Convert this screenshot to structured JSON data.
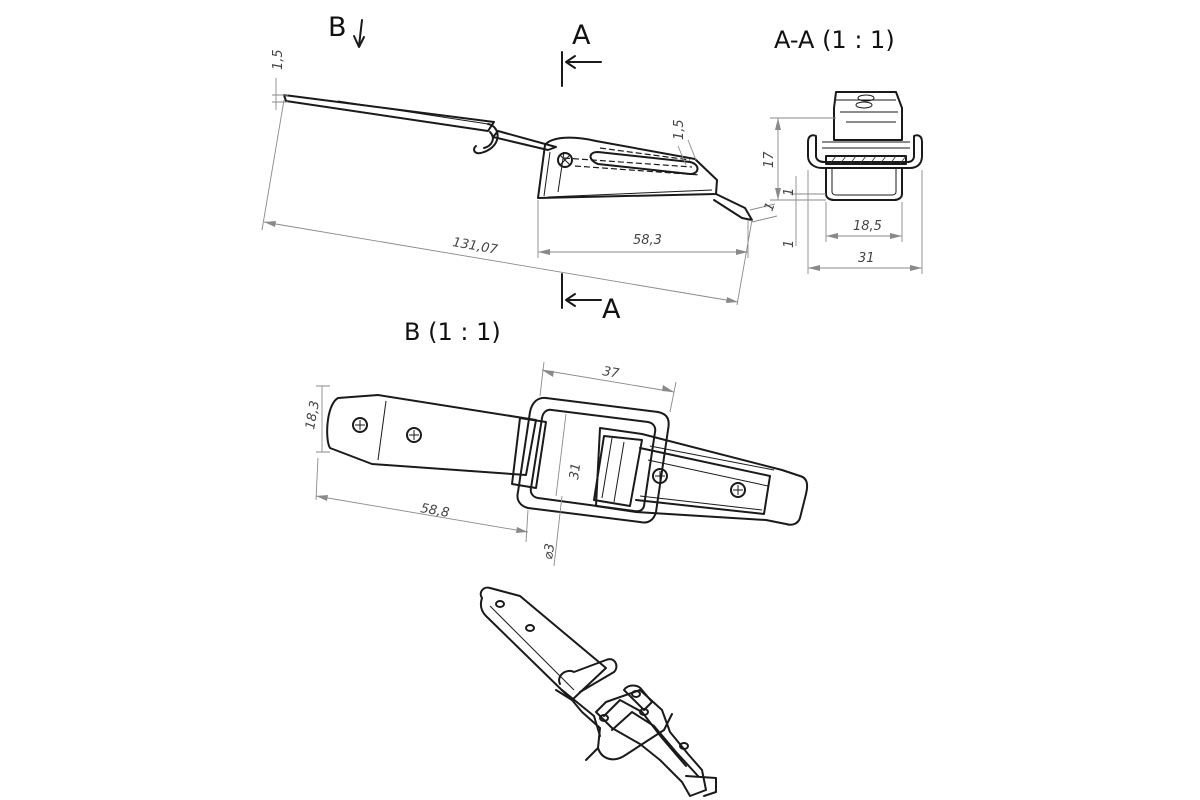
{
  "views": {
    "b_marker": "B",
    "a_marker_top": "A",
    "a_marker_bottom": "A",
    "section_aa_title": "A-A (1 : 1)",
    "view_b_title": "B (1 : 1)"
  },
  "dimensions": {
    "side": {
      "thickness": "1,5",
      "thickness_right": "1,5",
      "overall_length": "131,07",
      "base_length": "58,3",
      "tip": "1"
    },
    "section": {
      "height": "17",
      "inner_width": "18,5",
      "outer_width": "31",
      "offset_a": "1",
      "offset_b": "1"
    },
    "top": {
      "strap_width": "18,3",
      "strap_length": "58,8",
      "frame_length": "37",
      "frame_width": "31",
      "hole_diameter": "⌀3"
    }
  }
}
